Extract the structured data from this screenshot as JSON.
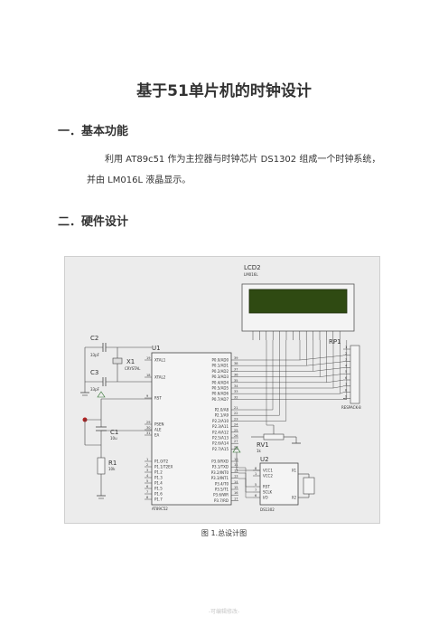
{
  "doc": {
    "title": "基于51单片机的时钟设计",
    "section1": "一．基本功能",
    "para1_line1": "利用 AT89c51 作为主控器与时钟芯片 DS1302 组成一个时钟系统，",
    "para1_line2": "并由 LM016L 液晶显示。",
    "section2": "二．硬件设计",
    "caption": "图 1.总设计图",
    "footer": "-可编辑修改-"
  },
  "schematic": {
    "lcd": {
      "ref": "LCD2",
      "part": "LM016L"
    },
    "mcu": {
      "ref": "U1",
      "part": "AT89C52",
      "left_pins": [
        "XTAL1",
        "XTAL2",
        "RST",
        "PSEN",
        "ALE",
        "EA",
        "P1.0/T2",
        "P1.1/T2EX",
        "P1.2",
        "P1.3",
        "P1.4",
        "P1.5",
        "P1.6",
        "P1.7"
      ],
      "left_pin_nums": [
        "19",
        "18",
        "9",
        "29",
        "30",
        "31",
        "1",
        "2",
        "3",
        "4",
        "5",
        "6",
        "7",
        "8"
      ],
      "port0": [
        "P0.0/AD0",
        "P0.1/AD1",
        "P0.2/AD2",
        "P0.3/AD3",
        "P0.4/AD4",
        "P0.5/AD5",
        "P0.6/AD6",
        "P0.7/AD7"
      ],
      "port0_nums": [
        "39",
        "38",
        "37",
        "36",
        "35",
        "34",
        "33",
        "32"
      ],
      "port2": [
        "P2.0/A8",
        "P2.1/A9",
        "P2.2/A10",
        "P2.3/A11",
        "P2.4/A12",
        "P2.5/A13",
        "P2.6/A14",
        "P2.7/A15"
      ],
      "port2_nums": [
        "21",
        "22",
        "23",
        "24",
        "25",
        "26",
        "27",
        "28"
      ],
      "port3": [
        "P3.0/RXD",
        "P3.1/TXD",
        "P3.2/INT0",
        "P3.3/INT1",
        "P3.4/T0",
        "P3.5/T1",
        "P3.6/WR",
        "P3.7/RD"
      ],
      "port3_nums": [
        "10",
        "11",
        "12",
        "13",
        "14",
        "15",
        "16",
        "17"
      ]
    },
    "c2": {
      "ref": "C2",
      "value": "33pF"
    },
    "c3": {
      "ref": "C3",
      "value": "33pF"
    },
    "x1": {
      "ref": "X1",
      "value": "CRYSTAL"
    },
    "c1": {
      "ref": "C1",
      "value": "10u"
    },
    "r1": {
      "ref": "R1",
      "value": "10k"
    },
    "rv1": {
      "ref": "RV1",
      "value": "1k"
    },
    "rp1": {
      "ref": "RP1",
      "part": "RESPACK-8",
      "pins": [
        "1",
        "2",
        "3",
        "4",
        "5",
        "6",
        "7",
        "8",
        "9"
      ]
    },
    "u2": {
      "ref": "U2",
      "part": "DS1302",
      "pins": [
        "VCC1",
        "VCC2",
        "X1",
        "X2",
        "RST",
        "SCLK",
        "I/O"
      ],
      "pin_nums": [
        "8",
        "1",
        "2",
        "3",
        "5",
        "7",
        "6"
      ]
    }
  }
}
